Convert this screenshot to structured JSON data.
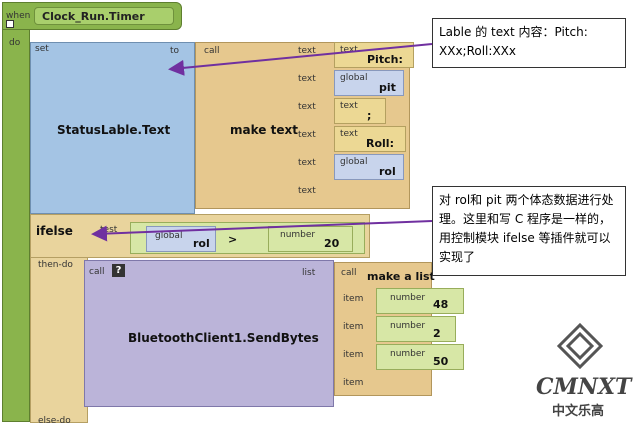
{
  "event": {
    "when_label": "when",
    "do_label": "do",
    "name": "Clock_Run.Timer"
  },
  "set_block": {
    "set_label": "set",
    "to_label": "to",
    "target": "StatusLable.Text"
  },
  "make_text": {
    "call_label": "call",
    "title": "make text",
    "text_label": "text",
    "items": [
      {
        "type": "text",
        "tag": "text",
        "value": "Pitch:"
      },
      {
        "type": "global",
        "tag": "global",
        "value": "pit"
      },
      {
        "type": "text",
        "tag": "text",
        "value": ";"
      },
      {
        "type": "text",
        "tag": "text",
        "value": "Roll:"
      },
      {
        "type": "global",
        "tag": "global",
        "value": "rol"
      },
      {
        "type": "empty",
        "tag": "",
        "value": ""
      }
    ]
  },
  "ifelse": {
    "title": "ifelse",
    "test_label": "test",
    "global_tag": "global",
    "global_value": "rol",
    "operator": ">",
    "number_tag": "number",
    "number_value": "20",
    "then_label": "then-do",
    "else_label": "else-do"
  },
  "bt_call": {
    "call_label": "call",
    "q": "?",
    "name": "BluetoothClient1.SendBytes",
    "list_label": "list"
  },
  "make_list": {
    "call_label": "call",
    "title": "make a list",
    "item_label": "item",
    "number_tag": "number",
    "items": [
      "48",
      "2",
      "50",
      ""
    ]
  },
  "notes": {
    "note1": "Lable 的 text 内容：Pitch: XXx;Roll:XXx",
    "note2": "对 rol和 pit 两个体态数据进行处理。这里和写 C 程序是一样的，用控制模块 ifelse 等插件就可以实现了"
  },
  "watermark": {
    "text": "CMNXT",
    "sub": "中文乐高"
  },
  "colors": {
    "arrow": "#7030a0",
    "event": "#8ab44c",
    "set": "#a4c4e4",
    "make_text": "#e6c88e",
    "control": "#e9d49d",
    "call": "#bbb4d9"
  }
}
